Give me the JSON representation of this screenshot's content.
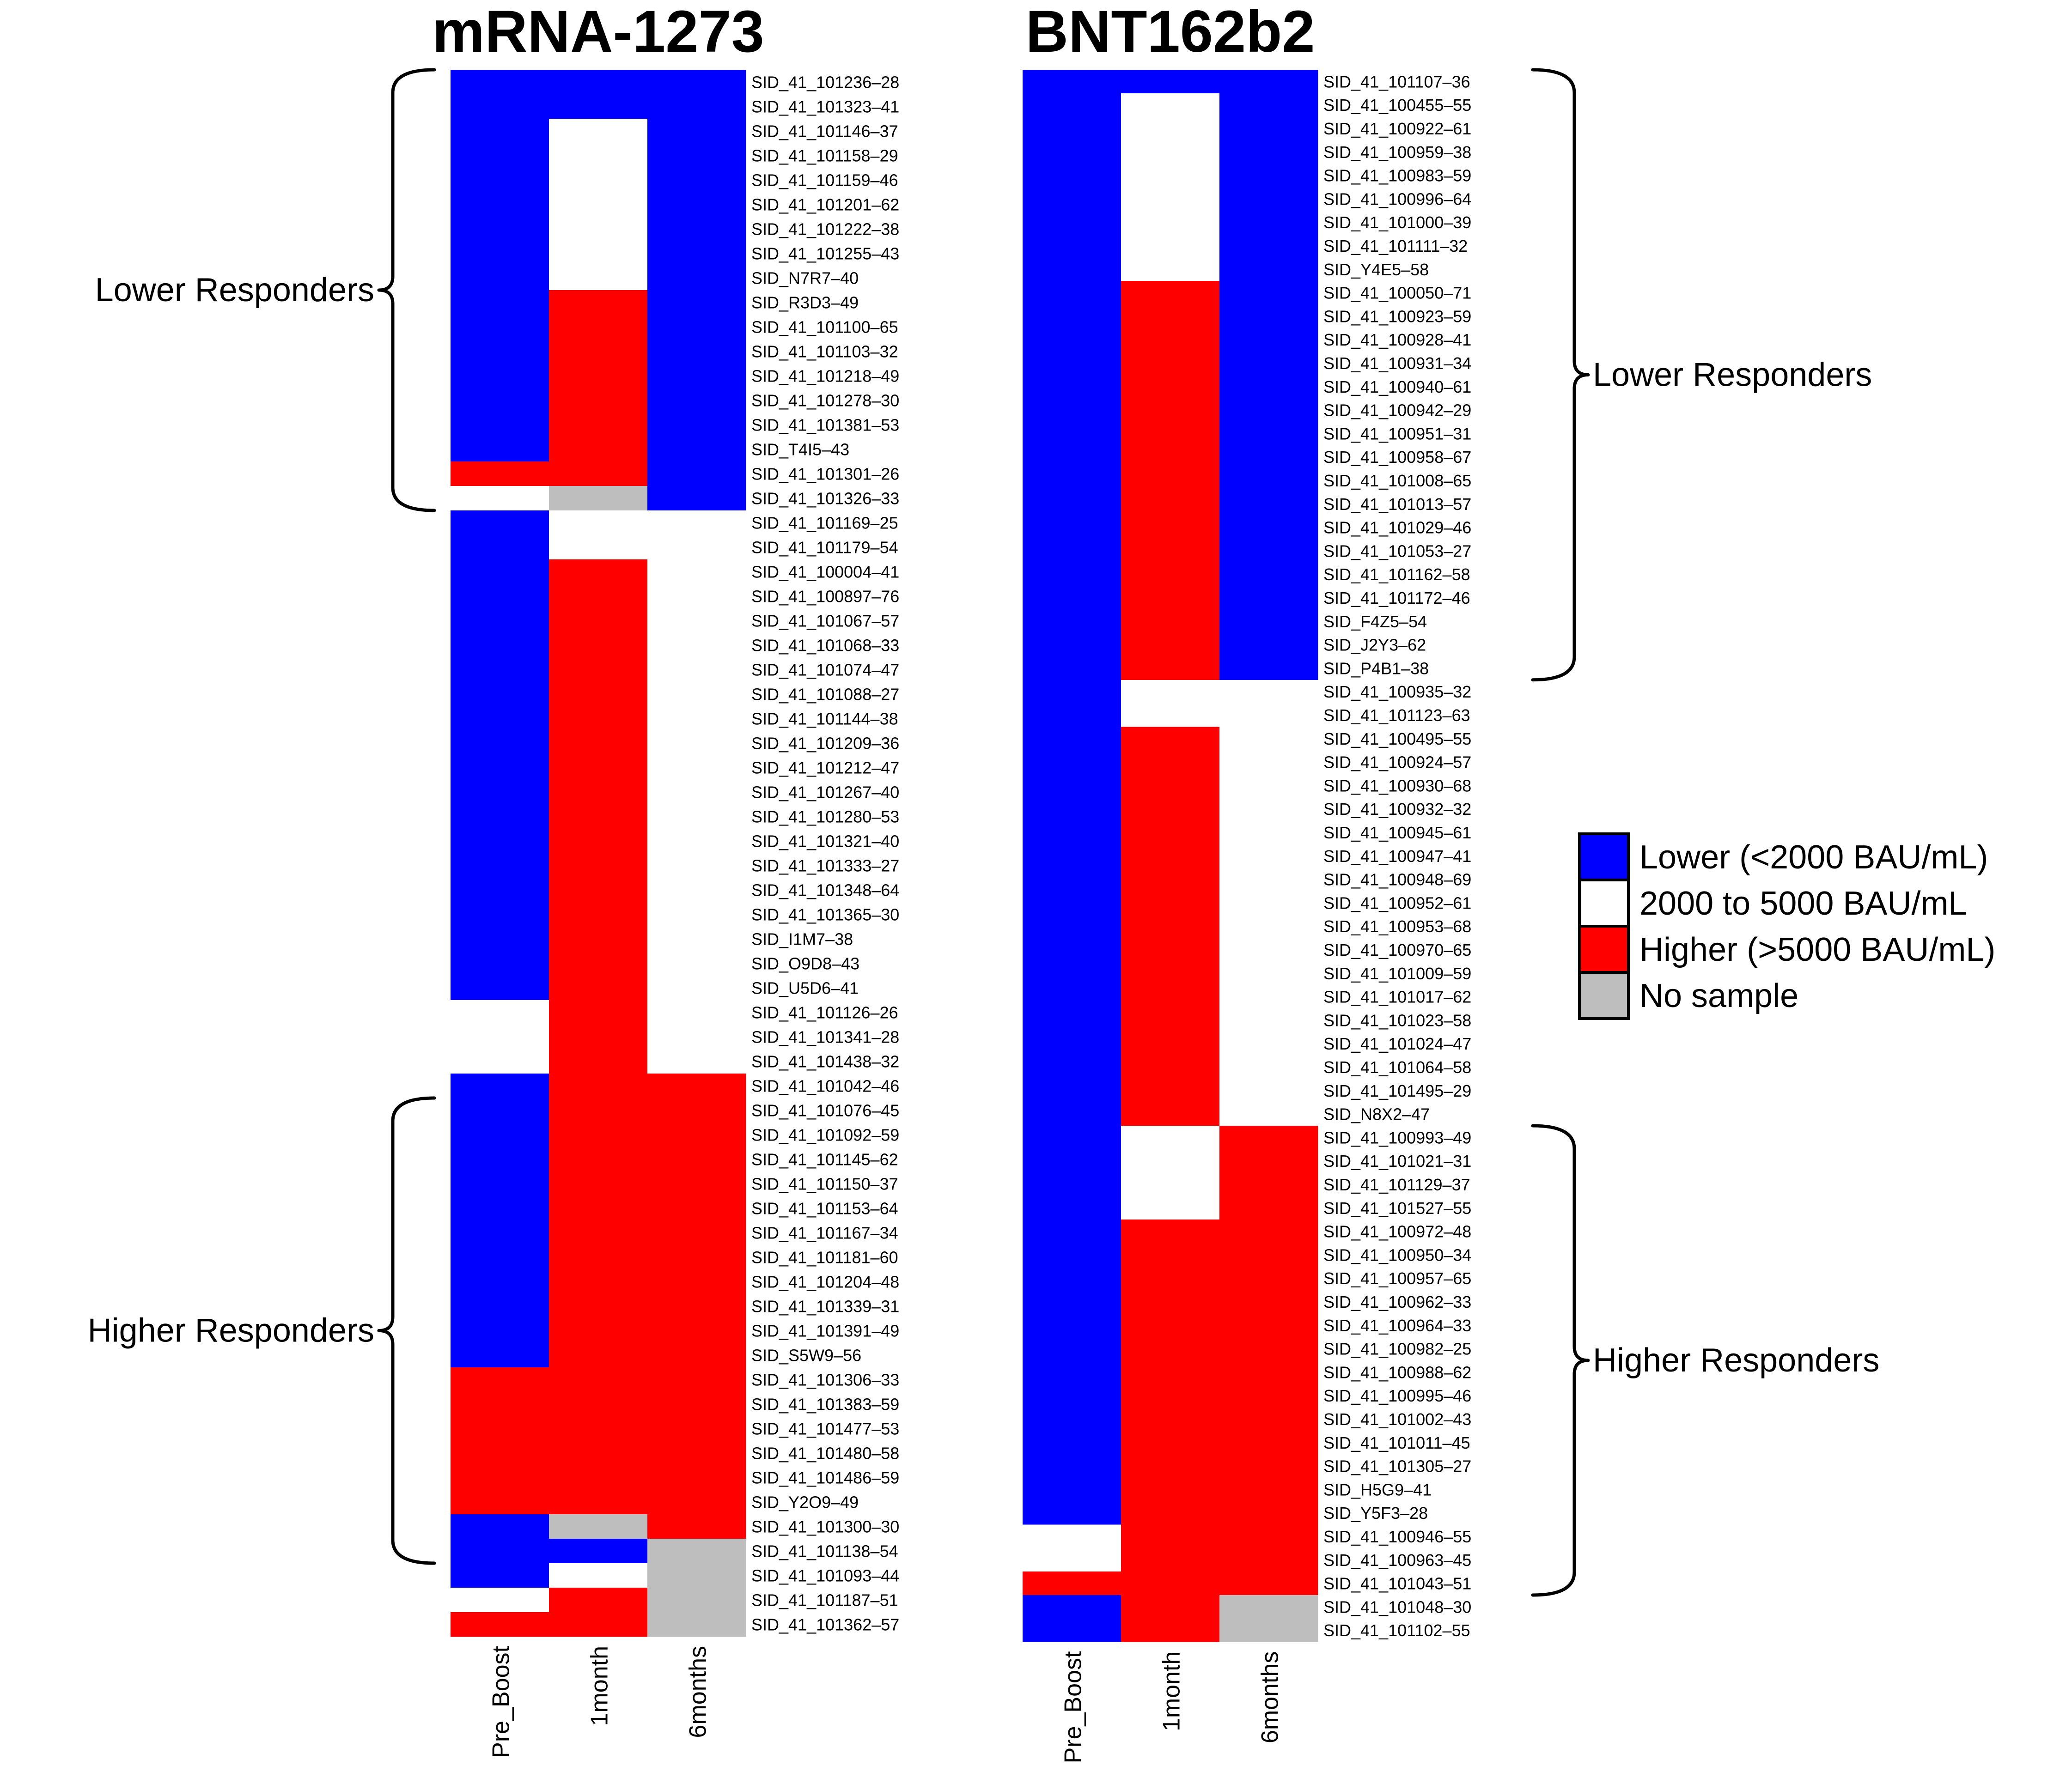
{
  "chart_data": {
    "type": "heatmap",
    "columns": [
      "Pre_Boost",
      "1month",
      "6months"
    ],
    "legend": [
      {
        "code": "L",
        "label": "Lower (<2000 BAU/mL)",
        "color": "#0000ff"
      },
      {
        "code": "M",
        "label": "2000 to 5000 BAU/mL",
        "color": "#ffffff"
      },
      {
        "code": "H",
        "label": "Higher (>5000 BAU/mL)",
        "color": "#ff0000"
      },
      {
        "code": "N",
        "label": "No sample",
        "color": "#bebebe"
      }
    ],
    "panels": [
      {
        "title": "mRNA-1273",
        "groups": [
          {
            "label": "Lower Responders",
            "start": 0,
            "end": 17
          },
          {
            "label": "Higher Responders",
            "start": 42,
            "end": 60
          }
        ],
        "rows": [
          {
            "id": "SID_41_101236–28",
            "v": "LLL"
          },
          {
            "id": "SID_41_101323–41",
            "v": "LLL"
          },
          {
            "id": "SID_41_101146–37",
            "v": "LML"
          },
          {
            "id": "SID_41_101158–29",
            "v": "LML"
          },
          {
            "id": "SID_41_101159–46",
            "v": "LML"
          },
          {
            "id": "SID_41_101201–62",
            "v": "LML"
          },
          {
            "id": "SID_41_101222–38",
            "v": "LML"
          },
          {
            "id": "SID_41_101255–43",
            "v": "LML"
          },
          {
            "id": "SID_N7R7–40",
            "v": "LML"
          },
          {
            "id": "SID_R3D3–49",
            "v": "LHL"
          },
          {
            "id": "SID_41_101100–65",
            "v": "LHL"
          },
          {
            "id": "SID_41_101103–32",
            "v": "LHL"
          },
          {
            "id": "SID_41_101218–49",
            "v": "LHL"
          },
          {
            "id": "SID_41_101278–30",
            "v": "LHL"
          },
          {
            "id": "SID_41_101381–53",
            "v": "LHL"
          },
          {
            "id": "SID_T4I5–43",
            "v": "LHL"
          },
          {
            "id": "SID_41_101301–26",
            "v": "HHL"
          },
          {
            "id": "SID_41_101326–33",
            "v": "MNL"
          },
          {
            "id": "SID_41_101169–25",
            "v": "LMM"
          },
          {
            "id": "SID_41_101179–54",
            "v": "LMM"
          },
          {
            "id": "SID_41_100004–41",
            "v": "LHM"
          },
          {
            "id": "SID_41_100897–76",
            "v": "LHM"
          },
          {
            "id": "SID_41_101067–57",
            "v": "LHM"
          },
          {
            "id": "SID_41_101068–33",
            "v": "LHM"
          },
          {
            "id": "SID_41_101074–47",
            "v": "LHM"
          },
          {
            "id": "SID_41_101088–27",
            "v": "LHM"
          },
          {
            "id": "SID_41_101144–38",
            "v": "LHM"
          },
          {
            "id": "SID_41_101209–36",
            "v": "LHM"
          },
          {
            "id": "SID_41_101212–47",
            "v": "LHM"
          },
          {
            "id": "SID_41_101267–40",
            "v": "LHM"
          },
          {
            "id": "SID_41_101280–53",
            "v": "LHM"
          },
          {
            "id": "SID_41_101321–40",
            "v": "LHM"
          },
          {
            "id": "SID_41_101333–27",
            "v": "LHM"
          },
          {
            "id": "SID_41_101348–64",
            "v": "LHM"
          },
          {
            "id": "SID_41_101365–30",
            "v": "LHM"
          },
          {
            "id": "SID_I1M7–38",
            "v": "LHM"
          },
          {
            "id": "SID_O9D8–43",
            "v": "LHM"
          },
          {
            "id": "SID_U5D6–41",
            "v": "LHM"
          },
          {
            "id": "SID_41_101126–26",
            "v": "MHM"
          },
          {
            "id": "SID_41_101341–28",
            "v": "MHM"
          },
          {
            "id": "SID_41_101438–32",
            "v": "MHM"
          },
          {
            "id": "SID_41_101042–46",
            "v": "LHH"
          },
          {
            "id": "SID_41_101076–45",
            "v": "LHH"
          },
          {
            "id": "SID_41_101092–59",
            "v": "LHH"
          },
          {
            "id": "SID_41_101145–62",
            "v": "LHH"
          },
          {
            "id": "SID_41_101150–37",
            "v": "LHH"
          },
          {
            "id": "SID_41_101153–64",
            "v": "LHH"
          },
          {
            "id": "SID_41_101167–34",
            "v": "LHH"
          },
          {
            "id": "SID_41_101181–60",
            "v": "LHH"
          },
          {
            "id": "SID_41_101204–48",
            "v": "LHH"
          },
          {
            "id": "SID_41_101339–31",
            "v": "LHH"
          },
          {
            "id": "SID_41_101391–49",
            "v": "LHH"
          },
          {
            "id": "SID_S5W9–56",
            "v": "LHH"
          },
          {
            "id": "SID_41_101306–33",
            "v": "HHH"
          },
          {
            "id": "SID_41_101383–59",
            "v": "HHH"
          },
          {
            "id": "SID_41_101477–53",
            "v": "HHH"
          },
          {
            "id": "SID_41_101480–58",
            "v": "HHH"
          },
          {
            "id": "SID_41_101486–59",
            "v": "HHH"
          },
          {
            "id": "SID_Y2O9–49",
            "v": "HHH"
          },
          {
            "id": "SID_41_101300–30",
            "v": "LNH"
          },
          {
            "id": "SID_41_101138–54",
            "v": "LLN"
          },
          {
            "id": "SID_41_101093–44",
            "v": "LMN"
          },
          {
            "id": "SID_41_101187–51",
            "v": "MHN"
          },
          {
            "id": "SID_41_101362–57",
            "v": "HHN"
          }
        ]
      },
      {
        "title": "BNT162b2",
        "groups": [
          {
            "label": "Lower Responders",
            "start": 0,
            "end": 25
          },
          {
            "label": "Higher Responders",
            "start": 45,
            "end": 64
          }
        ],
        "rows": [
          {
            "id": "SID_41_101107–36",
            "v": "LLL"
          },
          {
            "id": "SID_41_100455–55",
            "v": "LML"
          },
          {
            "id": "SID_41_100922–61",
            "v": "LML"
          },
          {
            "id": "SID_41_100959–38",
            "v": "LML"
          },
          {
            "id": "SID_41_100983–59",
            "v": "LML"
          },
          {
            "id": "SID_41_100996–64",
            "v": "LML"
          },
          {
            "id": "SID_41_101000–39",
            "v": "LML"
          },
          {
            "id": "SID_41_101111–32",
            "v": "LML"
          },
          {
            "id": "SID_Y4E5–58",
            "v": "LML"
          },
          {
            "id": "SID_41_100050–71",
            "v": "LHL"
          },
          {
            "id": "SID_41_100923–59",
            "v": "LHL"
          },
          {
            "id": "SID_41_100928–41",
            "v": "LHL"
          },
          {
            "id": "SID_41_100931–34",
            "v": "LHL"
          },
          {
            "id": "SID_41_100940–61",
            "v": "LHL"
          },
          {
            "id": "SID_41_100942–29",
            "v": "LHL"
          },
          {
            "id": "SID_41_100951–31",
            "v": "LHL"
          },
          {
            "id": "SID_41_100958–67",
            "v": "LHL"
          },
          {
            "id": "SID_41_101008–65",
            "v": "LHL"
          },
          {
            "id": "SID_41_101013–57",
            "v": "LHL"
          },
          {
            "id": "SID_41_101029–46",
            "v": "LHL"
          },
          {
            "id": "SID_41_101053–27",
            "v": "LHL"
          },
          {
            "id": "SID_41_101162–58",
            "v": "LHL"
          },
          {
            "id": "SID_41_101172–46",
            "v": "LHL"
          },
          {
            "id": "SID_F4Z5–54",
            "v": "LHL"
          },
          {
            "id": "SID_J2Y3–62",
            "v": "LHL"
          },
          {
            "id": "SID_P4B1–38",
            "v": "LHL"
          },
          {
            "id": "SID_41_100935–32",
            "v": "LMM"
          },
          {
            "id": "SID_41_101123–63",
            "v": "LMM"
          },
          {
            "id": "SID_41_100495–55",
            "v": "LHM"
          },
          {
            "id": "SID_41_100924–57",
            "v": "LHM"
          },
          {
            "id": "SID_41_100930–68",
            "v": "LHM"
          },
          {
            "id": "SID_41_100932–32",
            "v": "LHM"
          },
          {
            "id": "SID_41_100945–61",
            "v": "LHM"
          },
          {
            "id": "SID_41_100947–41",
            "v": "LHM"
          },
          {
            "id": "SID_41_100948–69",
            "v": "LHM"
          },
          {
            "id": "SID_41_100952–61",
            "v": "LHM"
          },
          {
            "id": "SID_41_100953–68",
            "v": "LHM"
          },
          {
            "id": "SID_41_100970–65",
            "v": "LHM"
          },
          {
            "id": "SID_41_101009–59",
            "v": "LHM"
          },
          {
            "id": "SID_41_101017–62",
            "v": "LHM"
          },
          {
            "id": "SID_41_101023–58",
            "v": "LHM"
          },
          {
            "id": "SID_41_101024–47",
            "v": "LHM"
          },
          {
            "id": "SID_41_101064–58",
            "v": "LHM"
          },
          {
            "id": "SID_41_101495–29",
            "v": "LHM"
          },
          {
            "id": "SID_N8X2–47",
            "v": "LHM"
          },
          {
            "id": "SID_41_100993–49",
            "v": "LMH"
          },
          {
            "id": "SID_41_101021–31",
            "v": "LMH"
          },
          {
            "id": "SID_41_101129–37",
            "v": "LMH"
          },
          {
            "id": "SID_41_101527–55",
            "v": "LMH"
          },
          {
            "id": "SID_41_100972–48",
            "v": "LHH"
          },
          {
            "id": "SID_41_100950–34",
            "v": "LHH"
          },
          {
            "id": "SID_41_100957–65",
            "v": "LHH"
          },
          {
            "id": "SID_41_100962–33",
            "v": "LHH"
          },
          {
            "id": "SID_41_100964–33",
            "v": "LHH"
          },
          {
            "id": "SID_41_100982–25",
            "v": "LHH"
          },
          {
            "id": "SID_41_100988–62",
            "v": "LHH"
          },
          {
            "id": "SID_41_100995–46",
            "v": "LHH"
          },
          {
            "id": "SID_41_101002–43",
            "v": "LHH"
          },
          {
            "id": "SID_41_101011–45",
            "v": "LHH"
          },
          {
            "id": "SID_41_101305–27",
            "v": "LHH"
          },
          {
            "id": "SID_H5G9–41",
            "v": "LHH"
          },
          {
            "id": "SID_Y5F3–28",
            "v": "LHH"
          },
          {
            "id": "SID_41_100946–55",
            "v": "MHH"
          },
          {
            "id": "SID_41_100963–45",
            "v": "MHH"
          },
          {
            "id": "SID_41_101043–51",
            "v": "HHH"
          },
          {
            "id": "SID_41_101048–30",
            "v": "LHN"
          },
          {
            "id": "SID_41_101102–55",
            "v": "LHN"
          }
        ]
      }
    ]
  }
}
